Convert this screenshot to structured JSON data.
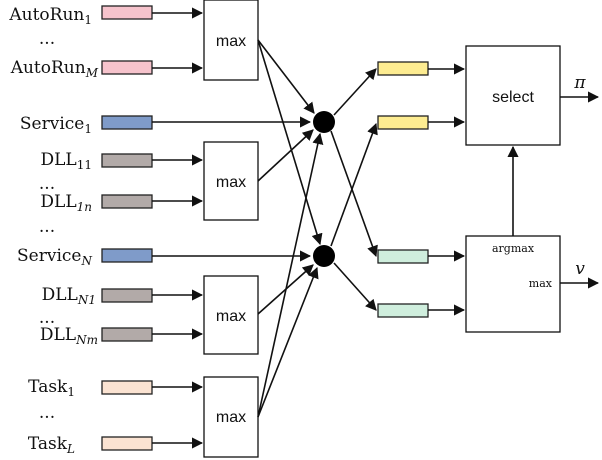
{
  "colors": {
    "autorun": "#f6c3cc",
    "service": "#7f9bc9",
    "dll": "#b2aaa8",
    "task": "#fbe3d2",
    "policy_vec": "#fdec91",
    "value_vec": "#cfeedd"
  },
  "inputs": {
    "autorun_first": {
      "base": "AutoRun",
      "sub": "1"
    },
    "autorun_dots": "...",
    "autorun_last": {
      "base": "AutoRun",
      "sub": "M"
    },
    "service_first": {
      "base": "Service",
      "sub": "1"
    },
    "dll_11": {
      "base": "DLL",
      "sub": "11"
    },
    "dll_dots_1": "...",
    "dll_1n": {
      "base": "DLL",
      "sub": "1n"
    },
    "group_dots": "...",
    "service_last": {
      "base": "Service",
      "sub": "N"
    },
    "dll_n1": {
      "base": "DLL",
      "sub": "N1"
    },
    "dll_dots_n": "...",
    "dll_nm": {
      "base": "DLL",
      "sub": "Nm"
    },
    "task_first": {
      "base": "Task",
      "sub": "1"
    },
    "task_dots": "...",
    "task_last": {
      "base": "Task",
      "sub": "L"
    }
  },
  "boxes": {
    "max_label": "max",
    "select_label": "select",
    "argmax_label": "argmax",
    "value_max_label": "max"
  },
  "outputs": {
    "policy": "π",
    "value": "v"
  }
}
